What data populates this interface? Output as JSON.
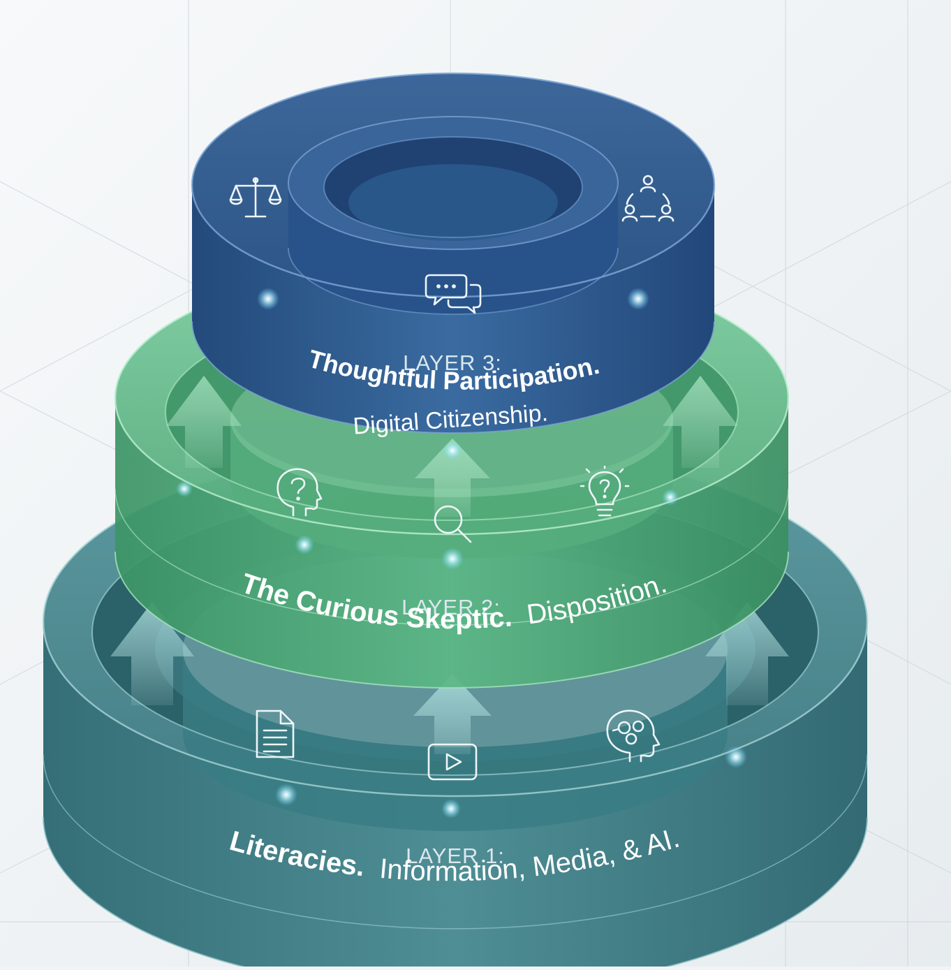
{
  "layers": [
    {
      "number_label": "LAYER 1:",
      "title_bold": "Literacies.",
      "title_light": "Information, Media, & AI.",
      "color": "#3f7f86",
      "icons": [
        "document-icon",
        "video-play-icon",
        "brain-head-icon"
      ]
    },
    {
      "number_label": "LAYER 2:",
      "title_bold": "The Curious Skeptic.",
      "title_light": "Disposition.",
      "color": "#4ea877",
      "icons": [
        "question-head-icon",
        "magnifier-icon",
        "lightbulb-question-icon"
      ]
    },
    {
      "number_label": "LAYER 3:",
      "title_bold": "Thoughtful Participation.",
      "title_light": "Digital Citizenship.",
      "color": "#2f5b8f",
      "icons": [
        "justice-scale-icon",
        "chat-bubbles-icon",
        "community-network-icon"
      ]
    }
  ]
}
